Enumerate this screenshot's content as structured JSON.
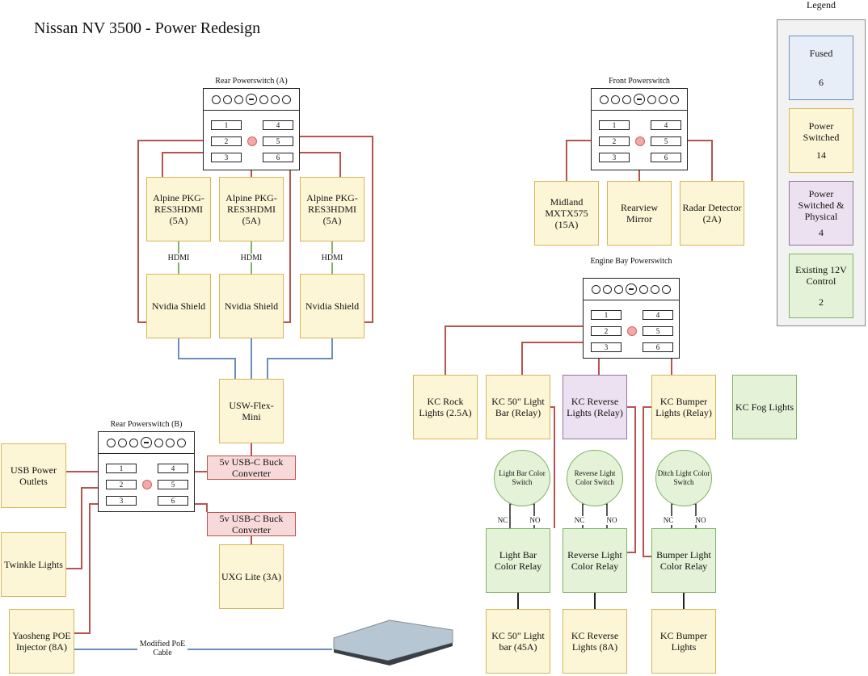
{
  "title": "Nissan NV 3500 - Power Redesign",
  "colors": {
    "wire_power": "#b85450",
    "wire_data": "#6c8ebf",
    "wire_relay": "#82b366",
    "wire_black": "#222222"
  },
  "legend": {
    "title": "Legend",
    "items": [
      {
        "label": "Fused",
        "count": "6",
        "color": "#6c8ebf"
      },
      {
        "label": "Power Switched",
        "count": "14",
        "color": "#d6b656"
      },
      {
        "label": "Power Switched & Physical",
        "count": "4",
        "color": "#9673a6"
      },
      {
        "label": "Existing 12V Control",
        "count": "2",
        "color": "#82b366"
      }
    ]
  },
  "switch_slots": [
    "1",
    "2",
    "3",
    "4",
    "5",
    "6"
  ],
  "powerswitches": {
    "rear_a": {
      "label": "Rear Powerswitch (A)"
    },
    "front": {
      "label": "Front Powerswitch"
    },
    "engine": {
      "label": "Engine Bay Powerswitch"
    },
    "rear_b": {
      "label": "Rear Powerswitch (B)"
    }
  },
  "nodes": {
    "alpine1": "Alpine PKG-RES3HDMI (5A)",
    "alpine2": "Alpine PKG-RES3HDMI (5A)",
    "alpine3": "Alpine PKG-RES3HDMI (5A)",
    "shield1": "Nvidia Shield",
    "shield2": "Nvidia Shield",
    "shield3": "Nvidia Shield",
    "usw": "USW-Flex-Mini",
    "buck1": "5v USB-C Buck Converter",
    "buck2": "5v USB-C Buck Converter",
    "uxg": "UXG Lite (3A)",
    "usb_outlets": "USB Power Outlets",
    "twinkle": "Twinkle Lights",
    "poe": "Yaosheng POE Injector (8A)",
    "midland": "Midland MXTX575 (15A)",
    "mirror": "Rearview Mirror",
    "radar": "Radar Detector (2A)",
    "kc_rock": "KC Rock Lights (2.5A)",
    "kc_50_relay": "KC 50\" Light Bar (Relay)",
    "kc_reverse_relay": "KC Reverse Lights (Relay)",
    "kc_bumper_relay": "KC Bumper Lights (Relay)",
    "kc_fog": "KC Fog Lights",
    "lb_color_relay": "Light Bar Color Relay",
    "rev_color_relay": "Reverse Light Color Relay",
    "bump_color_relay": "Bumper Light Color Relay",
    "kc_50_bar": "KC 50\" Light bar (45A)",
    "kc_reverse": "KC Reverse Lights (8A)",
    "kc_bumper": "KC Bumper Lights"
  },
  "switches": {
    "lb": "Light Bar Color Switch",
    "rev": "Reverse Light Color Switch",
    "ditch": "Ditch Light Color Switch"
  },
  "edge_labels": {
    "hdmi": "HDMI",
    "nc": "NC",
    "no": "NO",
    "poe_cable": "Modified PoE Cable"
  }
}
